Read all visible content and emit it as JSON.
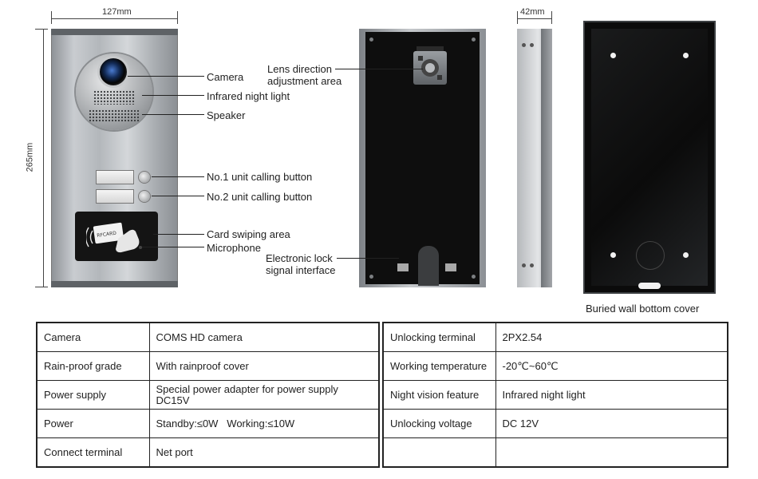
{
  "dimensions": {
    "width_label": "127mm",
    "height_label": "265mm",
    "depth_label": "42mm"
  },
  "callouts": {
    "camera": "Camera",
    "infrared": "Infrared night light",
    "speaker": "Speaker",
    "unit1": "No.1 unit calling button",
    "unit2": "No.2 unit calling button",
    "card": "Card swiping area",
    "mic": "Microphone",
    "lens_line1": "Lens direction",
    "lens_line2": "adjustment area",
    "lock_line1": "Electronic lock",
    "lock_line2": "signal interface",
    "box_caption": "Buried wall bottom cover"
  },
  "card_logo": "RFCARD",
  "specs_left": [
    {
      "label": "Camera",
      "value": "COMS HD camera"
    },
    {
      "label": "Rain-proof grade",
      "value": "With rainproof cover"
    },
    {
      "label": "Power supply",
      "value": "Special power adapter for power supply DC15V"
    },
    {
      "label": "Power",
      "value": "Standby:≤0W   Working:≤10W"
    },
    {
      "label": "Connect terminal",
      "value": "Net port"
    }
  ],
  "specs_right": [
    {
      "label": "Unlocking terminal",
      "value": "2PX2.54"
    },
    {
      "label": "Working temperature",
      "value": "-20℃~60℃"
    },
    {
      "label": "Night vision feature",
      "value": "Infrared night light"
    },
    {
      "label": "Unlocking voltage",
      "value": "DC 12V"
    },
    {
      "label": "",
      "value": ""
    }
  ]
}
